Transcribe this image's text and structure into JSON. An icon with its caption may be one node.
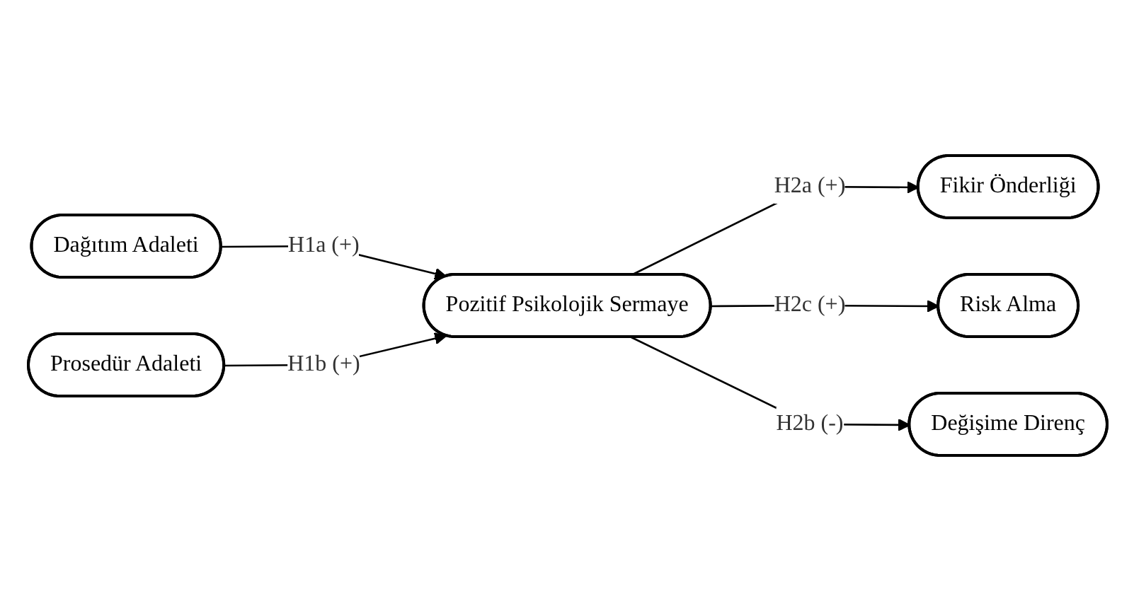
{
  "diagram": {
    "nodes": [
      {
        "text": [
          "Dağıtım Adaleti"
        ]
      },
      {
        "text": [
          "Prosedür Adaleti"
        ]
      },
      {
        "text": [
          "Pozitif Psikolojik Sermaye"
        ]
      },
      {
        "text": [
          "Fikir Önderliği"
        ]
      },
      {
        "text": [
          "Risk Alma"
        ]
      },
      {
        "text": [
          "Değişime Direnç"
        ]
      }
    ],
    "edges": [
      {
        "from": 0,
        "to": 2,
        "arrow": "to",
        "label": "H1a (+)"
      },
      {
        "from": 1,
        "to": 2,
        "arrow": "to",
        "label": "H1b (+)"
      },
      {
        "from": 2,
        "to": 3,
        "arrow": "to",
        "label": "H2a (+)"
      },
      {
        "from": 2,
        "to": 4,
        "arrow": "to",
        "label": "H2c (+)"
      },
      {
        "from": 2,
        "to": 5,
        "arrow": "to",
        "label": "H2b (-)"
      }
    ]
  }
}
